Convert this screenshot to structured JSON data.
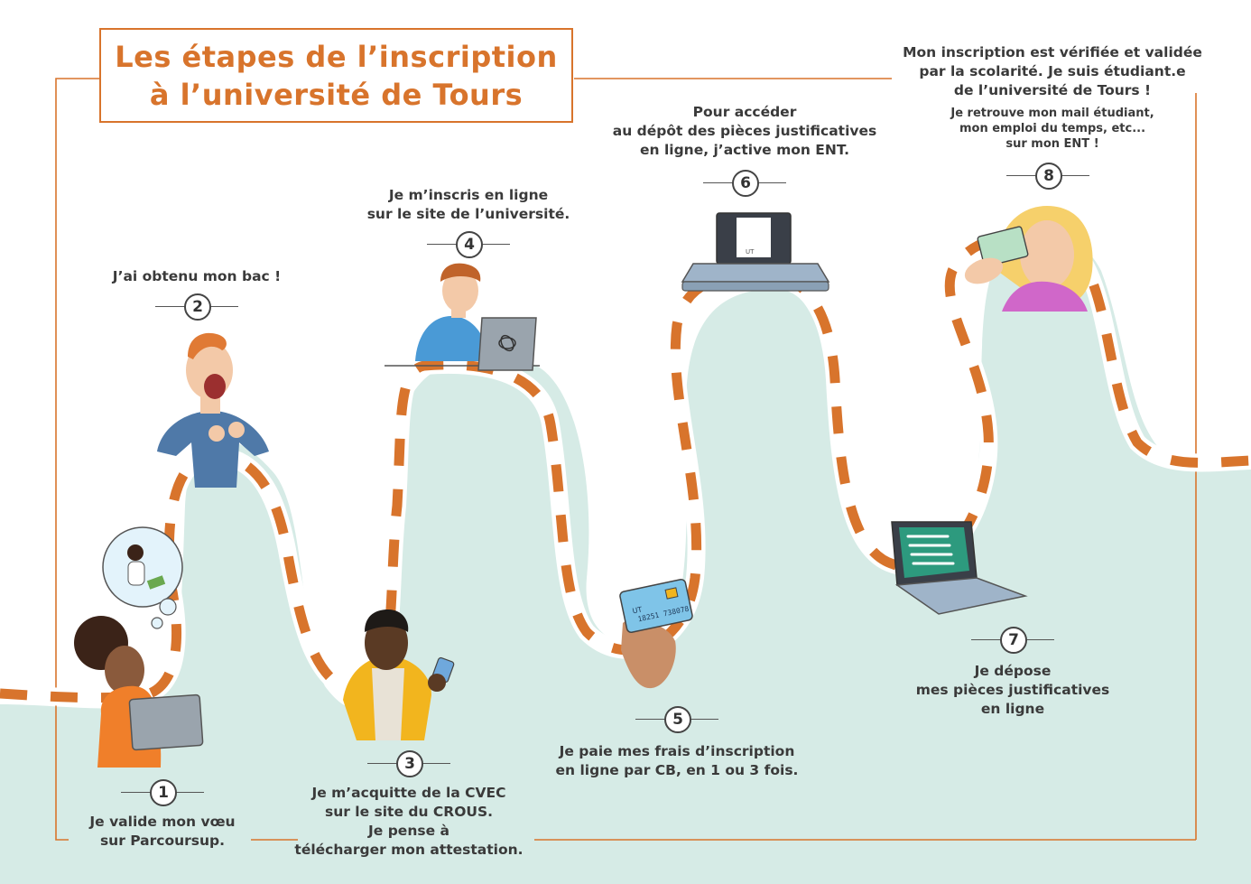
{
  "title": {
    "line1": "Les étapes de l’inscription",
    "line2": "à l’université de Tours"
  },
  "colors": {
    "accent": "#d8742c",
    "mint": "#d6ebe6",
    "text": "#3a3a3a"
  },
  "steps": [
    {
      "num": "1",
      "lines": [
        "Je valide mon vœu",
        "sur Parcoursup."
      ]
    },
    {
      "num": "2",
      "lines": [
        "J’ai obtenu mon bac !"
      ]
    },
    {
      "num": "3",
      "lines": [
        "Je m’acquitte de la CVEC",
        "sur le site du CROUS.",
        "Je pense à",
        "télécharger mon attestation."
      ]
    },
    {
      "num": "4",
      "lines": [
        "Je m’inscris en ligne",
        "sur le site de l’université."
      ]
    },
    {
      "num": "5",
      "lines": [
        "Je paie mes frais d’inscription",
        "en ligne par CB, en 1 ou 3 fois."
      ]
    },
    {
      "num": "6",
      "lines": [
        "Pour accéder",
        "au dépôt des pièces justificatives",
        "en ligne, j’active mon ENT."
      ]
    },
    {
      "num": "7",
      "lines": [
        "Je dépose",
        "mes pièces justificatives",
        "en ligne"
      ]
    },
    {
      "num": "8",
      "lines": [
        "Mon inscription est vérifiée et validée",
        "par la scolarité. Je suis étudiant.e",
        "de l’université de Tours !"
      ],
      "sublines": [
        "Je retrouve mon mail étudiant,",
        "mon emploi du temps, etc...",
        "sur mon ENT !"
      ]
    }
  ],
  "card": {
    "brand": "UT",
    "text": "18251 738078"
  },
  "ent_logo": "UT"
}
